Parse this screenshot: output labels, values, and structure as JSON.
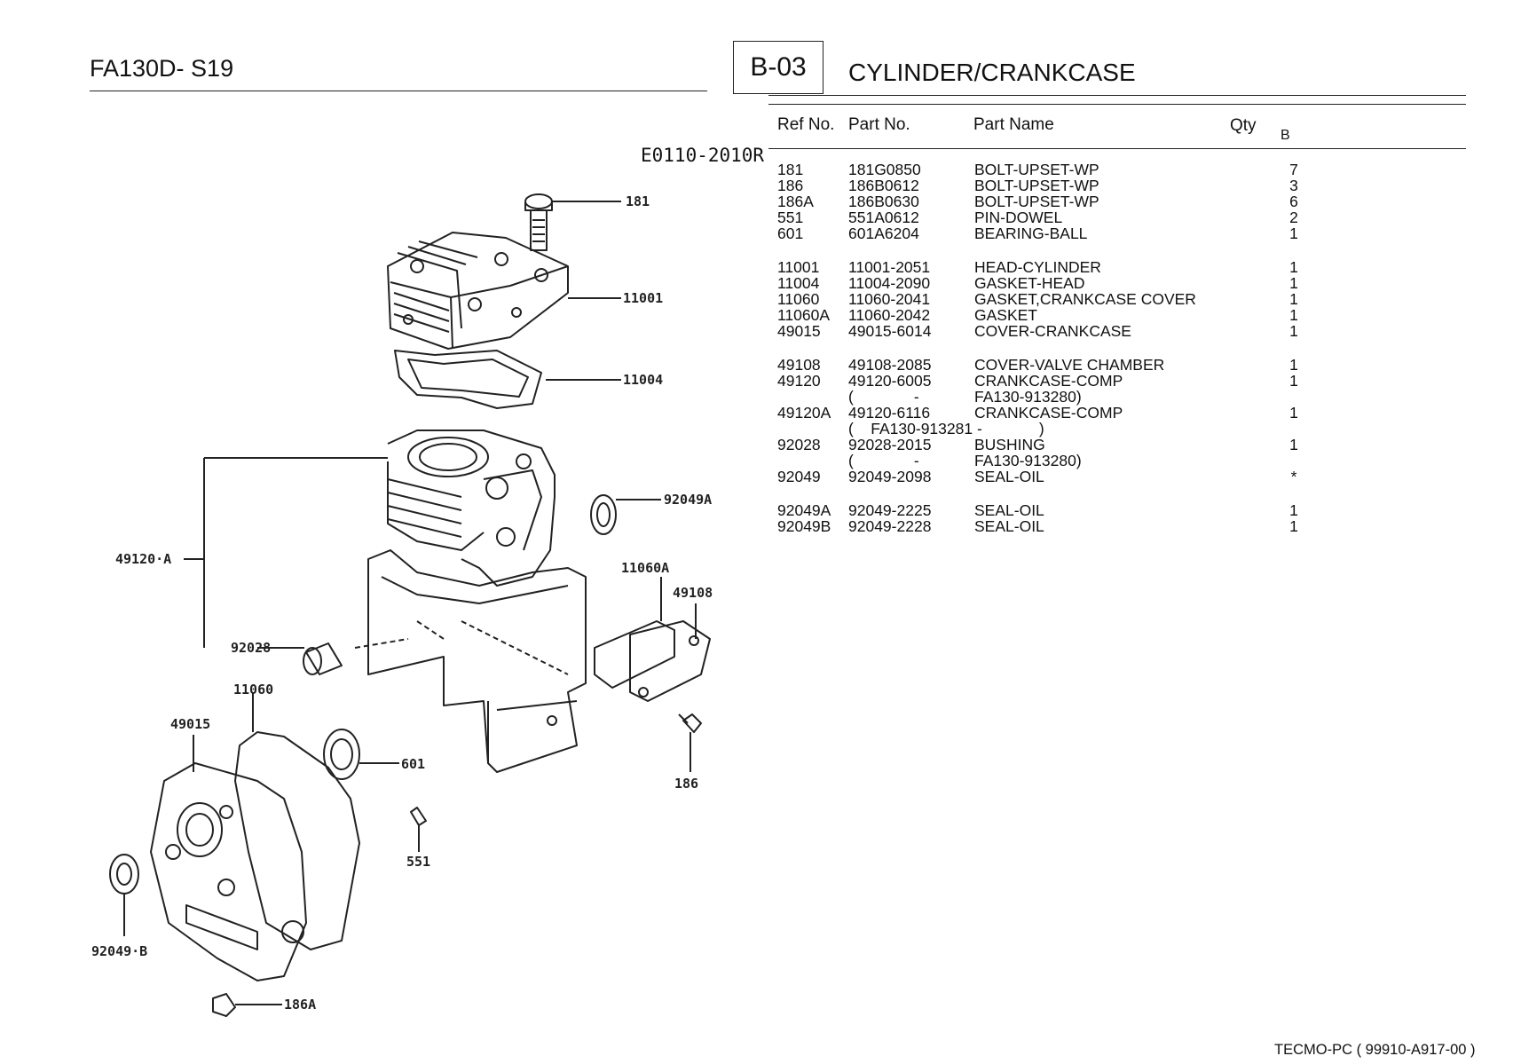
{
  "header": {
    "model": "FA130D- S19",
    "section_code": "B-03",
    "section_title": "CYLINDER/CRANKCASE",
    "diagram_code": "E0110-2010R"
  },
  "table": {
    "columns": {
      "ref": "Ref No.",
      "part": "Part No.",
      "name": "Part Name",
      "qty": "Qty",
      "variant": "B"
    },
    "rows": [
      {
        "ref": "181",
        "part": "181G0850",
        "name": "BOLT-UPSET-WP",
        "qty": "7"
      },
      {
        "ref": "186",
        "part": "186B0612",
        "name": "BOLT-UPSET-WP",
        "qty": "3"
      },
      {
        "ref": "186A",
        "part": "186B0630",
        "name": "BOLT-UPSET-WP",
        "qty": "6"
      },
      {
        "ref": "551",
        "part": "551A0612",
        "name": "PIN-DOWEL",
        "qty": "2"
      },
      {
        "ref": "601",
        "part": "601A6204",
        "name": "BEARING-BALL",
        "qty": "1"
      },
      {
        "ref": "11001",
        "part": "11001-2051",
        "name": "HEAD-CYLINDER",
        "qty": "1"
      },
      {
        "ref": "11004",
        "part": "11004-2090",
        "name": "GASKET-HEAD",
        "qty": "1"
      },
      {
        "ref": "11060",
        "part": "11060-2041",
        "name": "GASKET,CRANKCASE COVER",
        "qty": "1"
      },
      {
        "ref": "11060A",
        "part": "11060-2042",
        "name": "GASKET",
        "qty": "1"
      },
      {
        "ref": "49015",
        "part": "49015-6014",
        "name": "COVER-CRANKCASE",
        "qty": "1"
      },
      {
        "ref": "49108",
        "part": "49108-2085",
        "name": "COVER-VALVE CHAMBER",
        "qty": "1"
      },
      {
        "ref": "49120",
        "part": "49120-6005",
        "name": "CRANKCASE-COMP",
        "qty": "1"
      },
      {
        "ref": "",
        "part": "(              -",
        "name": "FA130-913280)",
        "qty": ""
      },
      {
        "ref": "49120A",
        "part": "49120-6116",
        "name": "CRANKCASE-COMP",
        "qty": "1"
      },
      {
        "ref": "",
        "part": "(    FA130-913281 -",
        "name": "               )",
        "qty": ""
      },
      {
        "ref": "92028",
        "part": "92028-2015",
        "name": "BUSHING",
        "qty": "1"
      },
      {
        "ref": "",
        "part": "(              -",
        "name": "FA130-913280)",
        "qty": ""
      },
      {
        "ref": "92049",
        "part": "92049-2098",
        "name": "SEAL-OIL",
        "qty": "*"
      },
      {
        "ref": "92049A",
        "part": "92049-2225",
        "name": "SEAL-OIL",
        "qty": "1"
      },
      {
        "ref": "92049B",
        "part": "92049-2228",
        "name": "SEAL-OIL",
        "qty": "1"
      }
    ]
  },
  "callouts": [
    "181",
    "11001",
    "11004",
    "92049A",
    "49120·A",
    "11060A",
    "49108",
    "92028",
    "11060",
    "49015",
    "601",
    "186",
    "551",
    "92049·B",
    "186A"
  ],
  "footer": "TECMO-PC  ( 99910-A917-00 )"
}
